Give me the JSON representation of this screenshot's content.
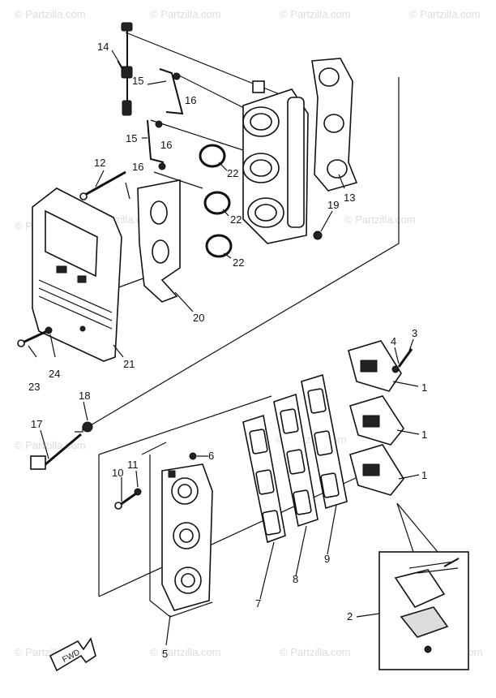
{
  "watermark": {
    "text": "© Partzilla.com"
  },
  "direction_label": "FWD",
  "callouts": {
    "p1a": "1",
    "p1b": "1",
    "p1c": "1",
    "p2": "2",
    "p3": "3",
    "p4": "4",
    "p5": "5",
    "p6": "6",
    "p7": "7",
    "p8": "8",
    "p9": "9",
    "p10": "10",
    "p11": "11",
    "p12": "12",
    "p13": "13",
    "p14": "14",
    "p15a": "15",
    "p15b": "15",
    "p16a": "16",
    "p16b": "16",
    "p16c": "16",
    "p17": "17",
    "p18": "18",
    "p19": "19",
    "p20": "20",
    "p21": "21",
    "p22a": "22",
    "p22b": "22",
    "p22c": "22",
    "p23": "23",
    "p24": "24"
  }
}
